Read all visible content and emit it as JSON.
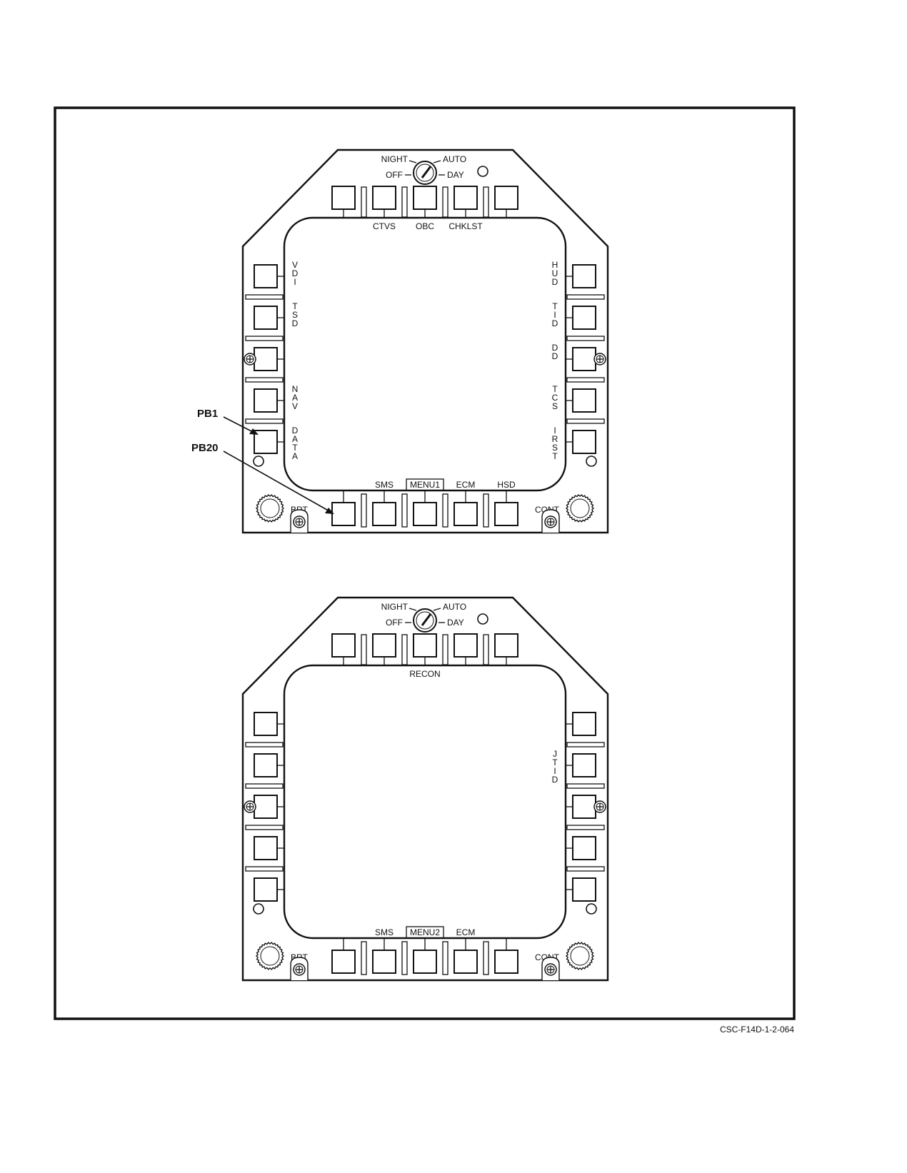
{
  "figure_code": "CSC-F14D-1-2-064",
  "callouts": {
    "pb1": "PB1",
    "pb20": "PB20"
  },
  "panels": [
    {
      "mode_knob": {
        "night": "NIGHT",
        "auto": "AUTO",
        "off": "OFF",
        "day": "DAY"
      },
      "top_labels": [
        "",
        "CTVS",
        "OBC",
        "CHKLST",
        ""
      ],
      "left_labels": [
        "VDI",
        "TSD",
        "",
        "NAV",
        "DATA"
      ],
      "right_labels": [
        "HUD",
        "TID",
        "DD",
        "TCS",
        "IRST"
      ],
      "bottom_labels": [
        "",
        "SMS",
        "MENU1",
        "ECM",
        "HSD"
      ],
      "bottom_boxed_index": 2,
      "brt": "BRT",
      "cont": "CONT"
    },
    {
      "mode_knob": {
        "night": "NIGHT",
        "auto": "AUTO",
        "off": "OFF",
        "day": "DAY"
      },
      "top_labels": [
        "",
        "",
        "RECON",
        "",
        ""
      ],
      "left_labels": [
        "",
        "",
        "",
        "",
        ""
      ],
      "right_labels": [
        "",
        "JTID",
        "",
        "",
        ""
      ],
      "bottom_labels": [
        "",
        "SMS",
        "MENU2",
        "ECM",
        ""
      ],
      "bottom_boxed_index": 2,
      "brt": "BRT",
      "cont": "CONT"
    }
  ]
}
